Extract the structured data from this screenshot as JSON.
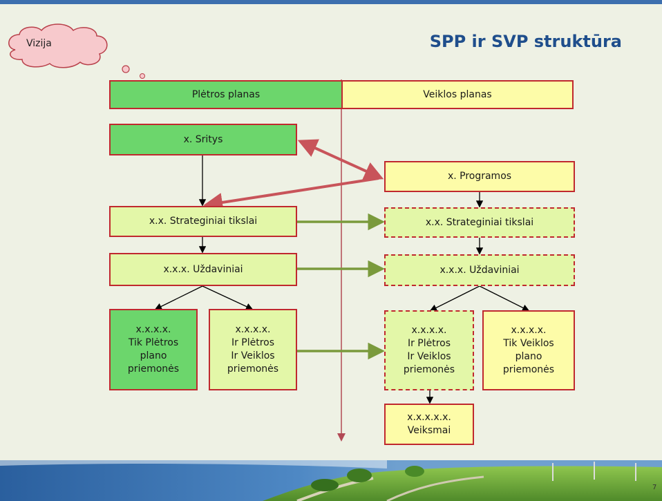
{
  "header": {
    "title": "SPP ir SVP struktūra",
    "cloud_label": "Vizija"
  },
  "columns": {
    "left_header": "Plėtros planas",
    "right_header": "Veiklos planas"
  },
  "left": {
    "sritys": "x. Sritys",
    "tikslai": "x.x. Strateginiai tikslai",
    "uzdaviniai": "x.x.x. Uždaviniai",
    "tik_pletros": [
      "x.x.x.x.",
      "Tik Plėtros",
      "plano",
      "priemonės"
    ],
    "ir_pletros": [
      "x.x.x.x.",
      "Ir Plėtros",
      "Ir Veiklos",
      "priemonės"
    ]
  },
  "right": {
    "programos": "x. Programos",
    "tikslai": "x.x. Strateginiai tikslai",
    "uzdaviniai": "x.x.x. Uždaviniai",
    "ir_pletros": [
      "x.x.x.x.",
      "Ir Plėtros",
      "Ir Veiklos",
      "priemonės"
    ],
    "tik_veiklos": [
      "x.x.x.x.",
      "Tik Veiklos",
      "plano",
      "priemonės"
    ],
    "veiksmai": [
      "x.x.x.x.x.",
      "Veiksmai"
    ]
  },
  "page_number": "7",
  "colors": {
    "dark_green": "#6cd66c",
    "light_green": "#e3f7a8",
    "yellow": "#fdfca8",
    "border_red": "#c0282e",
    "title_blue": "#1f4e8c",
    "double_arrow": "#c8545a",
    "flow_arrow": "#7a9a3c"
  }
}
